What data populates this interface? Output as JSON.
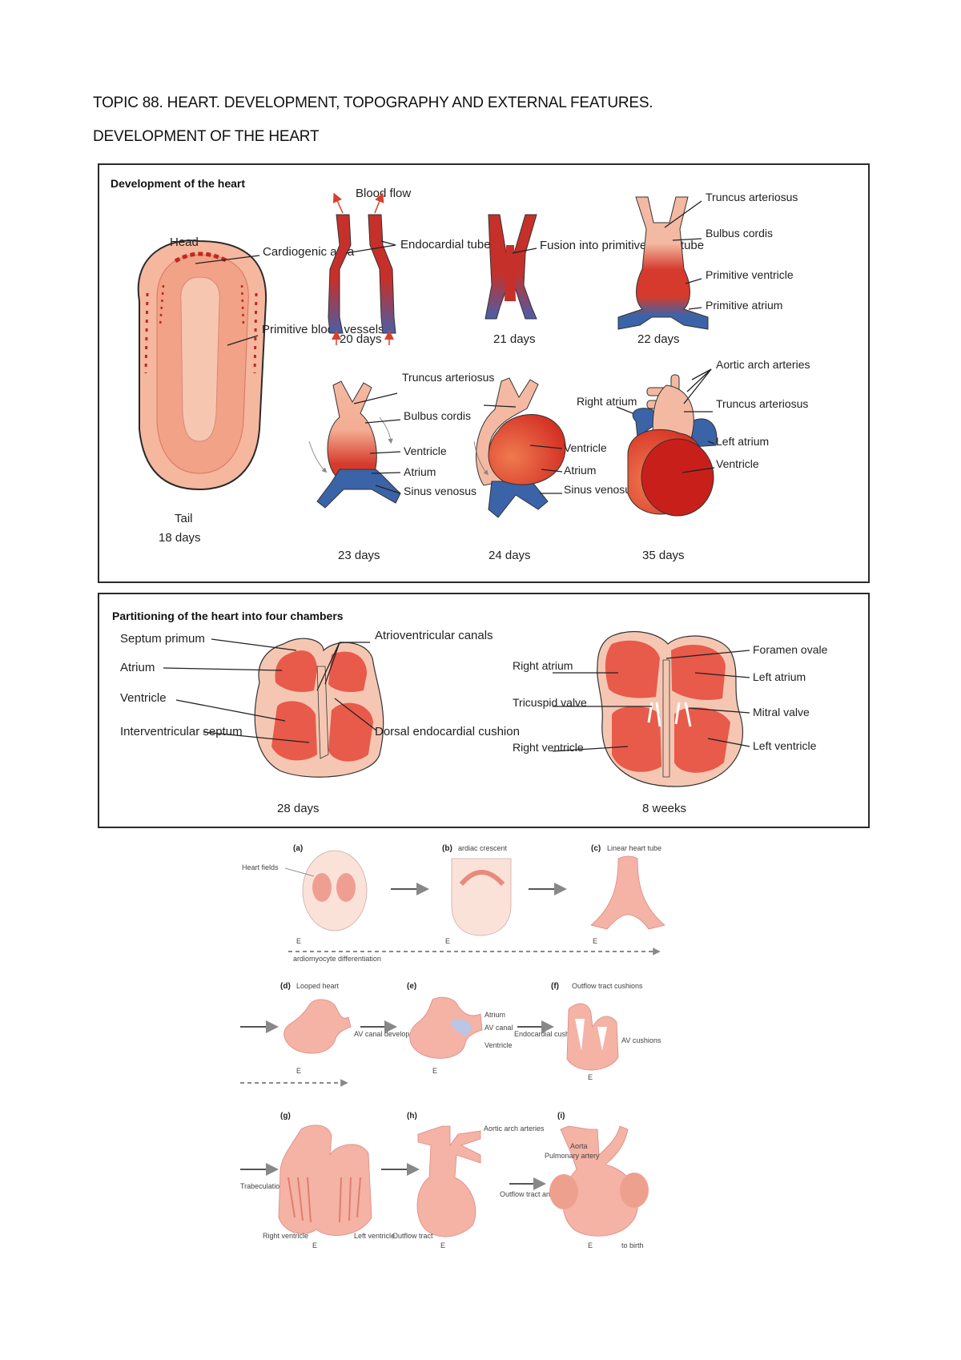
{
  "page": {
    "title": "TOPIC 88. HEART. DEVELOPMENT, TOPOGRAPHY AND EXTERNAL FEATURES.",
    "subtitle": "DEVELOPMENT OF THE HEART"
  },
  "figure1": {
    "title": "Development of the heart",
    "blood_flow": "Blood flow",
    "head": "Head",
    "tail": "Tail",
    "cardiogenic": "Cardiogenic area",
    "primitive_vessels": "Primitive blood vessels",
    "endocardial_tubes": "Endocardial tubes",
    "fusion": "Fusion into primitive heart tube",
    "truncus": "Truncus arteriosus",
    "bulbus": "Bulbus cordis",
    "primitive_ventricle": "Primitive ventricle",
    "primitive_atrium": "Primitive atrium",
    "ventricle": "Ventricle",
    "atrium": "Atrium",
    "sinus": "Sinus venosus",
    "aortic_arch": "Aortic arch arteries",
    "right_atrium": "Right atrium",
    "left_atrium": "Left atrium",
    "days": [
      "18 days",
      "20 days",
      "21 days",
      "22 days",
      "23 days",
      "24 days",
      "35 days"
    ]
  },
  "figure2": {
    "title": "Partitioning of the heart into four chambers",
    "septum_primum": "Septum primum",
    "atrium": "Atrium",
    "ventricle": "Ventricle",
    "iv_septum": "Interventricular septum",
    "av_canals": "Atrioventricular canals",
    "dorsal_cushion": "Dorsal endocardial cushion",
    "right_atrium": "Right atrium",
    "tricuspid": "Tricuspid valve",
    "right_ventricle": "Right ventricle",
    "foramen_ovale": "Foramen ovale",
    "left_atrium": "Left atrium",
    "mitral": "Mitral valve",
    "left_ventricle": "Left ventricle",
    "age_28": "28 days",
    "age_8w": "8 weeks"
  },
  "figure3": {
    "panels": [
      "(a)",
      "(b)",
      "(c)",
      "(d)",
      "(e)",
      "(f)",
      "(g)",
      "(h)",
      "(i)"
    ],
    "heart_fields": "Heart fields",
    "cardiac_crescent": "ardiac crescent",
    "linear_tube": "Linear heart tube",
    "cardiomyocyte": "ardiomyocyte differentiation",
    "looped_heart": "Looped heart",
    "av_canal_dev": "AV canal development",
    "atrium": "Atrium",
    "av_canal": "AV canal",
    "ventricle": "Ventricle",
    "endocardial_cushion": "Endocardial cushion formation",
    "outflow_cushions": "Outflow tract cushions",
    "av_cushions": "AV cushions",
    "trabeculation": "Trabeculation",
    "right_ventricle": "Right ventricle",
    "left_ventricle": "Left ventricle",
    "outflow_tract": "Outflow tract",
    "aortic_arch": "Aortic arch arteries",
    "aorta": "Aorta",
    "pulmonary": "Pulmonary artery",
    "outflow_remodel": "Outflow tract and aortic arch artery remodeling",
    "to_birth": "to birth",
    "e_label": "E"
  },
  "colors": {
    "red": "#d03a2f",
    "blue": "#3a64a8",
    "peach": "#f3b9a0",
    "pink": "#eea593",
    "salmon": "#e8614e"
  }
}
